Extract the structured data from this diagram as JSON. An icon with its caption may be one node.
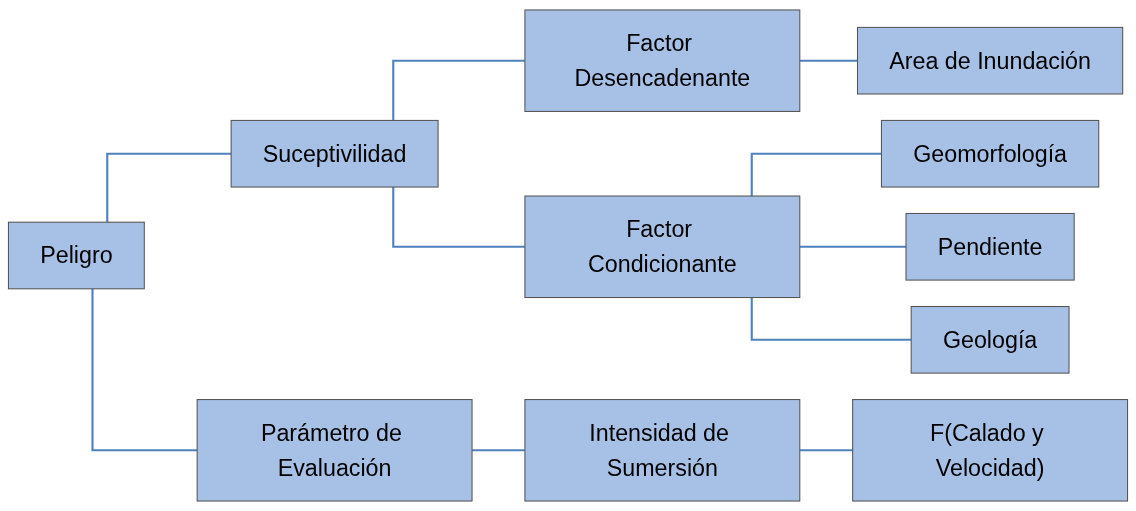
{
  "diagram": {
    "nodes": [
      {
        "text": [
          "Peligro"
        ]
      },
      {
        "text": [
          "Suceptivilidad"
        ]
      },
      {
        "text": [
          "Parámetro de Evaluación"
        ]
      },
      {
        "text": [
          "Factor Desencadenante"
        ]
      },
      {
        "text": [
          "Factor Condicionante"
        ]
      },
      {
        "text": [
          "Area de Inundación"
        ]
      },
      {
        "text": [
          "Geomorfología"
        ]
      },
      {
        "text": [
          "Pendiente"
        ]
      },
      {
        "text": [
          "Geología"
        ]
      },
      {
        "text": [
          "Intensidad de Sumersión"
        ]
      },
      {
        "text": [
          "F(Calado y Velocidad)"
        ]
      }
    ],
    "edges": [
      {
        "from": 0,
        "to": 1,
        "arrow": "none"
      },
      {
        "from": 0,
        "to": 2,
        "arrow": "none"
      },
      {
        "from": 1,
        "to": 3,
        "arrow": "none"
      },
      {
        "from": 1,
        "to": 4,
        "arrow": "none"
      },
      {
        "from": 3,
        "to": 5,
        "arrow": "none"
      },
      {
        "from": 4,
        "to": 6,
        "arrow": "none"
      },
      {
        "from": 4,
        "to": 7,
        "arrow": "none"
      },
      {
        "from": 4,
        "to": 8,
        "arrow": "none"
      },
      {
        "from": 2,
        "to": 9,
        "arrow": "none"
      },
      {
        "from": 9,
        "to": 10,
        "arrow": "none"
      }
    ]
  }
}
